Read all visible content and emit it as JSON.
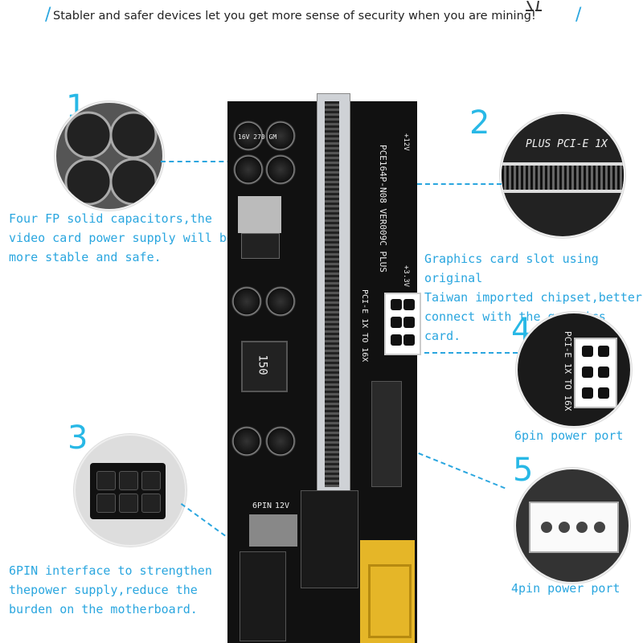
{
  "header": {
    "title": "Stabler and safer devices let you get more sense of security when you are mining!",
    "slash_left": "/",
    "slash_right": "/"
  },
  "callouts": [
    {
      "number": "1",
      "caption": [
        "Four FP solid capacitors,the",
        "video card power supply will be",
        "more stable and safe."
      ]
    },
    {
      "number": "2",
      "caption": [
        "Graphics card slot using original",
        "Taiwan imported chipset,better",
        "connect with the graphics card."
      ]
    },
    {
      "number": "3",
      "caption": [
        "6PIN interface to strengthen",
        "thepower supply,reduce the",
        "burden on the motherboard."
      ]
    },
    {
      "number": "4",
      "caption": [
        "6pin power port"
      ]
    },
    {
      "number": "5",
      "caption": [
        "4pin power port"
      ]
    }
  ],
  "board": {
    "model": "PCE164P-N08 VER009C PLUS",
    "label_slot": "PCI-E 1X TO 16X",
    "label_power": "+12V",
    "label_33v": "+3.3V",
    "label_6pin": "6PIN",
    "label_12v": "12V",
    "cap_label": "16V 270 GM",
    "inductor": "150"
  },
  "zoom2_text": "PLUS PCI-E 1X",
  "zoom4_text": "PCI-E 1X TO 16X",
  "colors": {
    "accent": "#2aa6df",
    "board": "#111111",
    "usb": "#e5b628"
  }
}
